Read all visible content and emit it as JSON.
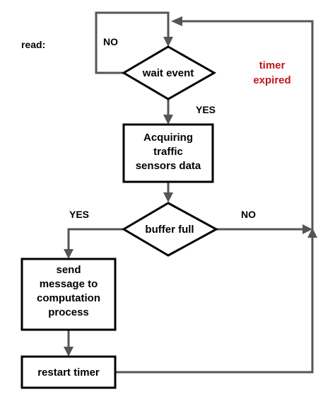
{
  "labels": {
    "read": "read:",
    "no_top": "NO",
    "timer_line1": "timer",
    "timer_line2": "expired",
    "yes_middle": "YES",
    "yes_left": "YES",
    "no_right": "NO"
  },
  "nodes": {
    "wait_event": "wait event",
    "acquiring": [
      "Acquiring",
      "traffic",
      "sensors data"
    ],
    "buffer_full": "buffer full",
    "send_message": [
      "send",
      "message to",
      "computation",
      "process"
    ],
    "restart_timer": "restart timer"
  },
  "colors": {
    "shape_stroke": "#000000",
    "connector": "#555555",
    "timer_label": "#c0181b"
  }
}
